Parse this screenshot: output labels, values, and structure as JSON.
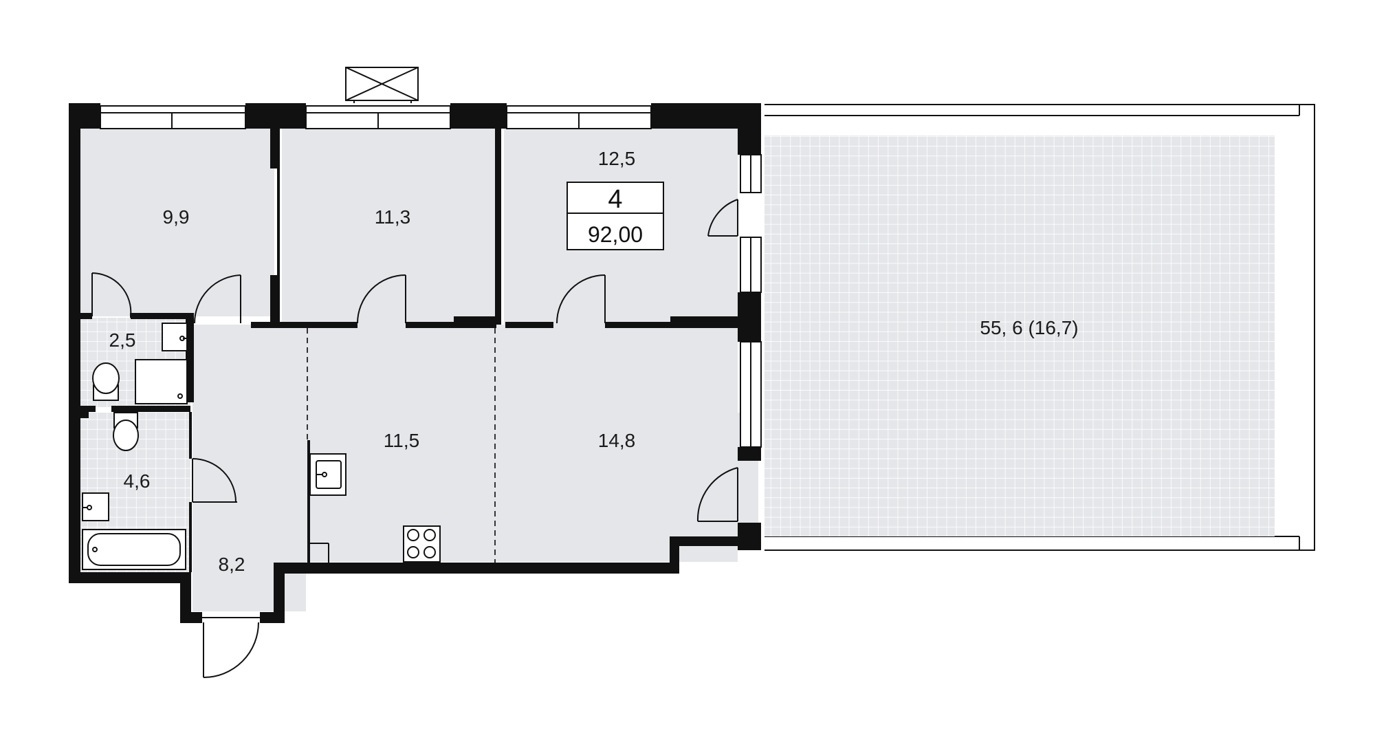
{
  "apartment": {
    "rooms_count": "4",
    "total_area": "92,00"
  },
  "rooms": [
    {
      "id": "bedroom-1",
      "area": "9,9"
    },
    {
      "id": "bedroom-2",
      "area": "11,3"
    },
    {
      "id": "bedroom-3",
      "area": "12,5"
    },
    {
      "id": "bathroom-small",
      "area": "2,5"
    },
    {
      "id": "bathroom-large",
      "area": "4,6"
    },
    {
      "id": "hallway",
      "area": "8,2"
    },
    {
      "id": "kitchen",
      "area": "11,5"
    },
    {
      "id": "living-room",
      "area": "14,8"
    },
    {
      "id": "terrace",
      "area": "55, 6 (16,7)"
    }
  ],
  "colors": {
    "wall": "#111111",
    "room_fill": "#e4e6e9",
    "tile_line": "#ffffff",
    "background": "#ffffff"
  }
}
